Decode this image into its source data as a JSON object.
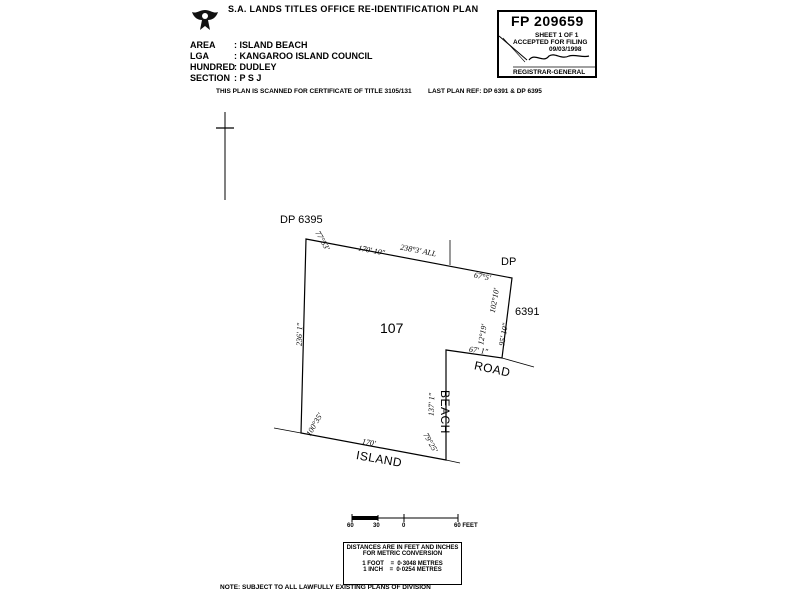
{
  "header": {
    "title": "S.A. LANDS TITLES OFFICE RE-IDENTIFICATION PLAN",
    "rows": [
      {
        "label": "AREA",
        "value": ": ISLAND BEACH"
      },
      {
        "label": "LGA",
        "value": ": KANGAROO ISLAND COUNCIL"
      },
      {
        "label": "HUNDRED",
        "value": ": DUDLEY"
      },
      {
        "label": "SECTION",
        "value": ": P S J"
      }
    ]
  },
  "stamp": {
    "plan_number": "FP 209659",
    "sheet": "SHEET 1 OF 1",
    "accepted": "ACCEPTED FOR FILING",
    "date": "09/03/1998",
    "registrar": "REGISTRAR-GENERAL"
  },
  "scan_note": "THIS PLAN IS SCANNED FOR CERTIFICATE OF TITLE  3105/131",
  "last_plan_ref": "LAST PLAN REF: DP 6391  &  DP 6395",
  "plan": {
    "dp_top_left": "DP    6395",
    "dp_right": "DP",
    "dp_right_number": "6391",
    "allotment": "107",
    "road_beach": "BEACH",
    "road_road": "ROAD",
    "road_island": "ISLAND",
    "dims": {
      "top_angle": "77°53'",
      "top_length": "170' 10\"",
      "top_bearing": "238°3' ALL",
      "right_angle": "67°5'",
      "right_bearing": "102°10'",
      "right_length": "95' 10\"",
      "right_angle2": "12°19'",
      "notch_length": "67' 1\"",
      "left_length": "236' 1\"",
      "left_angle": "100°35'",
      "bottom_length": "170'",
      "inner_length": "137' 1\"",
      "inner_angle": "79°25'"
    }
  },
  "scale": {
    "ticks": [
      "60",
      "30",
      "0",
      "60 FEET"
    ]
  },
  "conversion": {
    "line1": "DISTANCES ARE IN FEET AND INCHES",
    "line2": "FOR METRIC CONVERSION",
    "row1": "1 FOOT    =  0·3048 METRES",
    "row2": "1 INCH    =  0·0254 METRES"
  },
  "footnote": "NOTE: SUBJECT TO ALL LAWFULLY EXISTING PLANS OF DIVISION"
}
